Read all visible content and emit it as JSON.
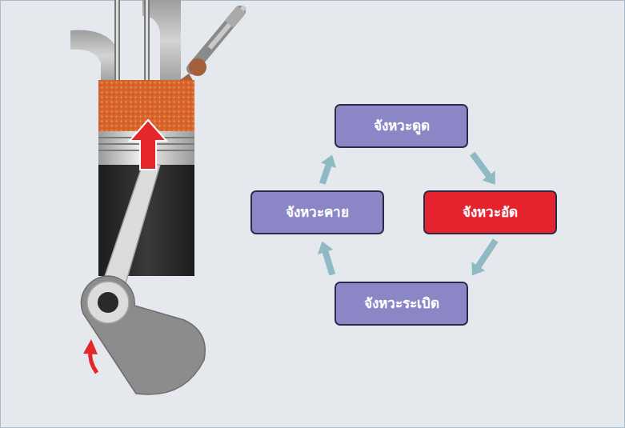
{
  "diagram": {
    "nodes": [
      {
        "text": [
          "จังหวะดูด"
        ]
      },
      {
        "text": [
          "จังหวะคาย"
        ]
      },
      {
        "text": [
          "จังหวะอัด"
        ]
      },
      {
        "text": [
          "จังหวะระเบิด"
        ]
      }
    ],
    "edges": [
      {
        "from": 0,
        "to": 2,
        "arrow": "to"
      },
      {
        "from": 2,
        "to": 3,
        "arrow": "to"
      },
      {
        "from": 3,
        "to": 1,
        "arrow": "to"
      },
      {
        "from": 1,
        "to": 0,
        "arrow": "to"
      }
    ]
  }
}
